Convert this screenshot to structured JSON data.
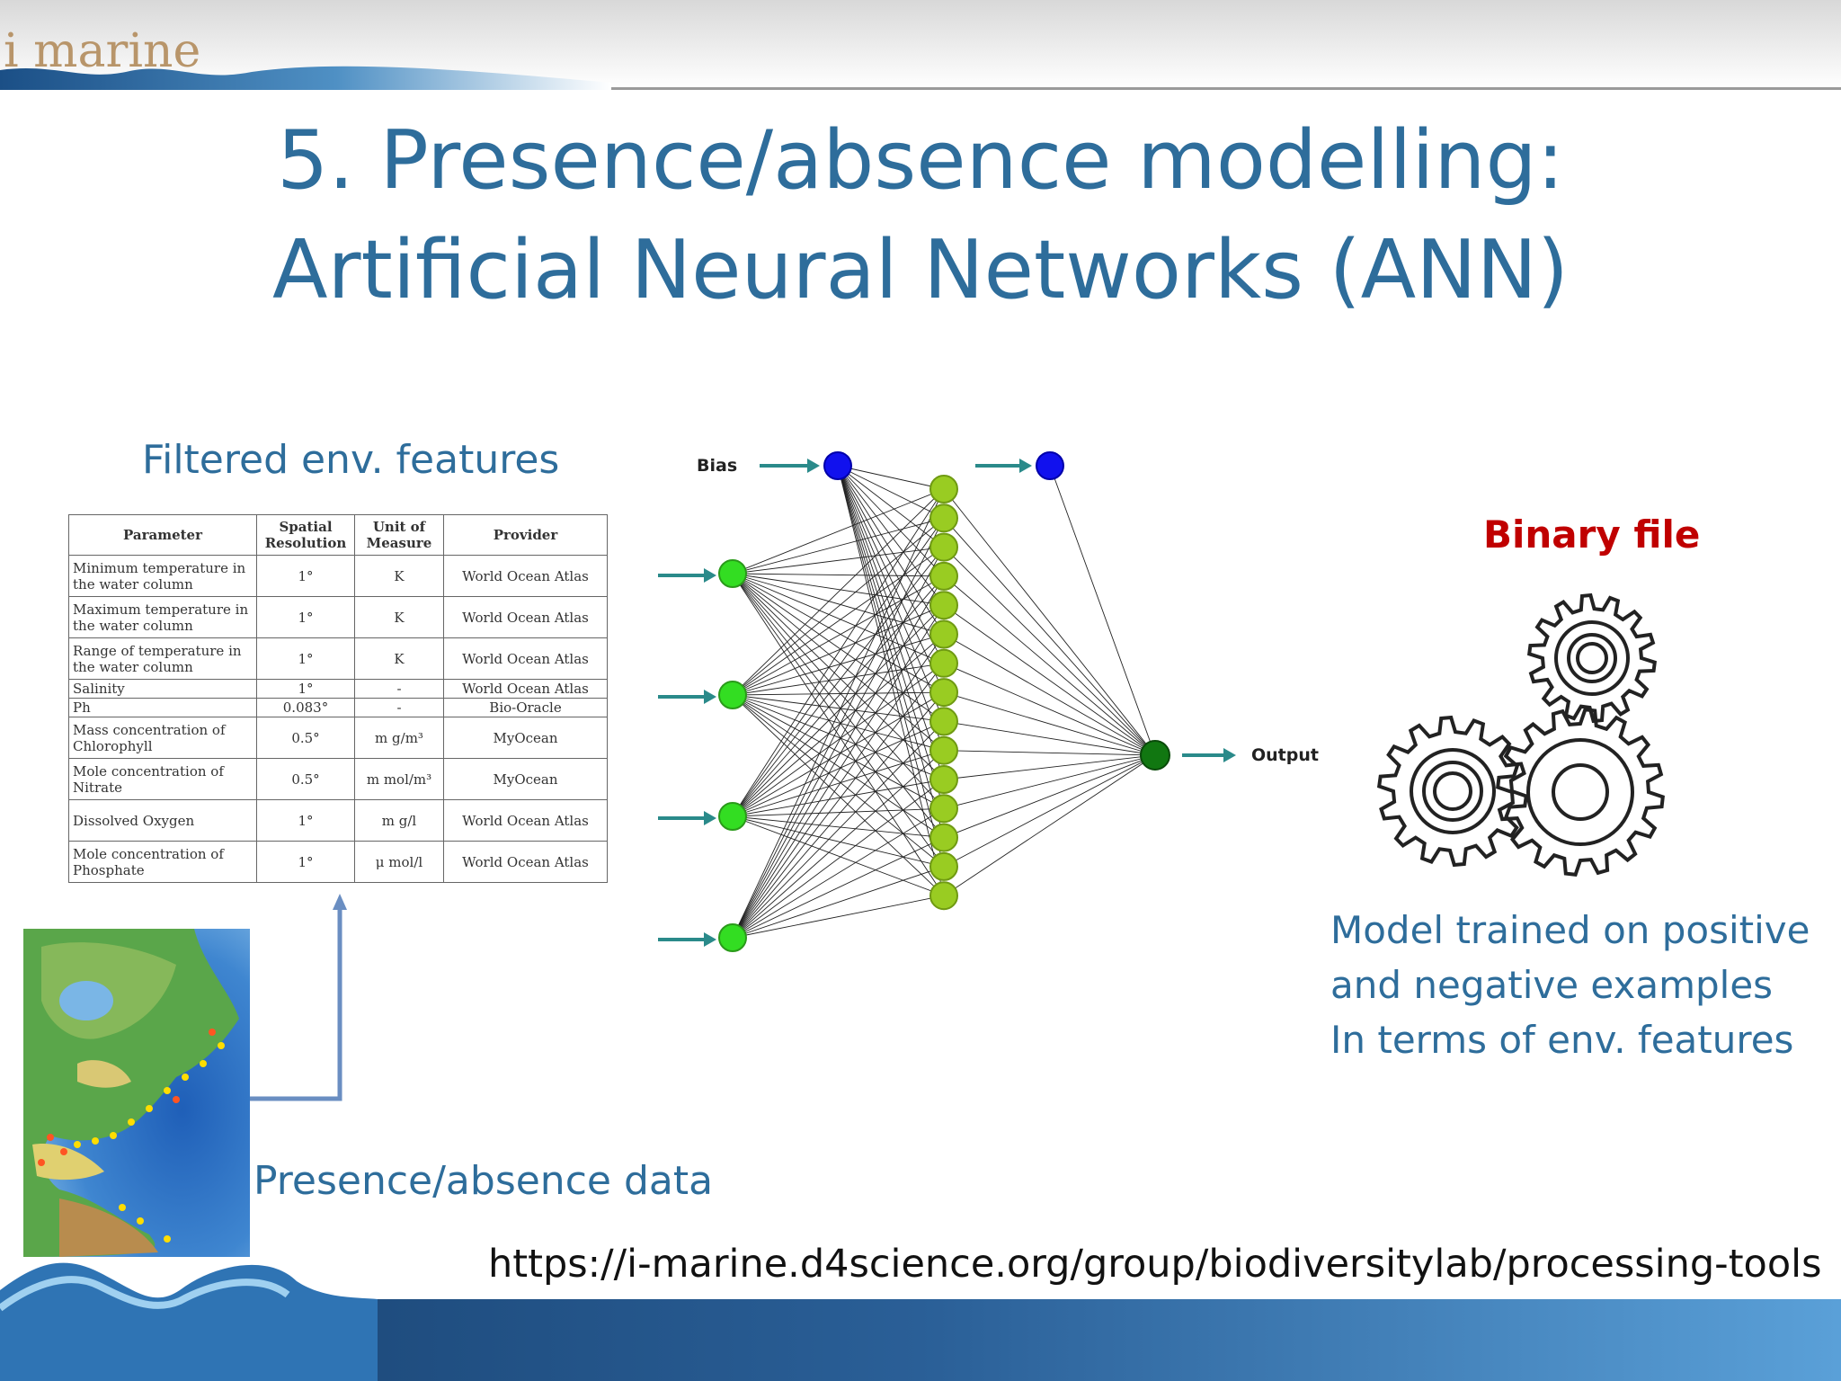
{
  "header": {
    "logo_text": "i marine"
  },
  "slide": {
    "title_line1": "5. Presence/absence modelling:",
    "title_line2": "Artificial Neural Networks (ANN)"
  },
  "labels": {
    "filtered": "Filtered env. features",
    "presence": "Presence/absence data",
    "binary": "Binary file",
    "model_line1": "Model trained on positive",
    "model_line2": "and negative examples",
    "model_line3": "In terms of env. features",
    "url": "https://i-marine.d4science.org/group/biodiversitylab/processing-tools"
  },
  "ann": {
    "bias_label": "Bias",
    "output_label": "Output"
  },
  "table": {
    "headers": [
      "Parameter",
      "Spatial Resolution",
      "Unit of Measure",
      "Provider"
    ],
    "rows": [
      [
        "Minimum temperature in the water column",
        "1°",
        "K",
        "World Ocean Atlas"
      ],
      [
        "Maximum temperature in the water column",
        "1°",
        "K",
        "World Ocean Atlas"
      ],
      [
        "Range of temperature in the water column",
        "1°",
        "K",
        "World Ocean Atlas"
      ],
      [
        "Salinity",
        "1°",
        "-",
        "World Ocean Atlas"
      ],
      [
        "Ph",
        "0.083°",
        "-",
        "Bio-Oracle"
      ],
      [
        "Mass concentration of Chlorophyll",
        "0.5°",
        "m g/m³",
        "MyOcean"
      ],
      [
        "Mole concentration of Nitrate",
        "0.5°",
        "m mol/m³",
        "MyOcean"
      ],
      [
        "Dissolved Oxygen",
        "1°",
        "m g/l",
        "World Ocean Atlas"
      ],
      [
        "Mole concentration of Phosphate",
        "1°",
        "μ mol/l",
        "World Ocean Atlas"
      ]
    ]
  },
  "colors": {
    "title_blue": "#2e6d9b",
    "binary_red": "#c00000",
    "node_green": "#33dd22",
    "hidden_green": "#99cc22",
    "bias_blue": "#1111ee",
    "output_green": "#117711",
    "arrow_teal": "#2a8a8a"
  }
}
